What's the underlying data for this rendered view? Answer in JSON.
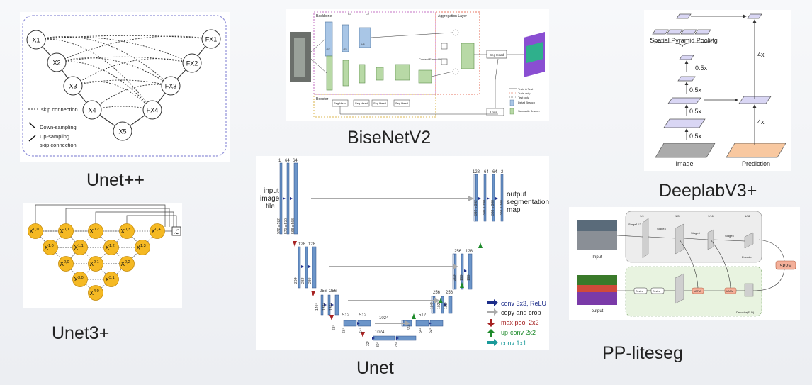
{
  "captions": {
    "unetpp": "Unet++",
    "bisenet": "BiseNetV2",
    "deeplab": "DeeplabV3+",
    "unet3p": "Unet3+",
    "unet": "Unet",
    "ppliteseg": "PP-liteseg"
  },
  "unetpp": {
    "nodes": [
      "X1",
      "X2",
      "X3",
      "X4",
      "X5",
      "FX1",
      "FX2",
      "FX3",
      "FX4"
    ],
    "legend": [
      "skip connection",
      "Down-sampling",
      "Up-sampling",
      "skip connection"
    ]
  },
  "bisenet": {
    "labels": [
      "Backbone",
      "Aggregation Layer",
      "Booster",
      "Context Embedding",
      "Seg Head",
      "Loss"
    ],
    "sizes": [
      "1/2",
      "1/4",
      "1/8",
      "1/16",
      "1/32"
    ],
    "channels": [
      "C1",
      "C2"
    ],
    "legend": [
      "Train & Test",
      "Train only",
      "Test only",
      "Detail Branch",
      "Semantic Branch"
    ]
  },
  "deeplab": {
    "spp": "Spatial Pyramid Pooling",
    "scale": "0.5x",
    "up": "4x",
    "image": "Image",
    "prediction": "Prediction"
  },
  "unet3p": {
    "loss": "ℒ",
    "nodes": [
      {
        "b": "X",
        "s": "0,0"
      },
      {
        "b": "X",
        "s": "0,1"
      },
      {
        "b": "X",
        "s": "0,2"
      },
      {
        "b": "X",
        "s": "0,3"
      },
      {
        "b": "X",
        "s": "0,4"
      },
      {
        "b": "X",
        "s": "1,0"
      },
      {
        "b": "X",
        "s": "1,1"
      },
      {
        "b": "X",
        "s": "1,2"
      },
      {
        "b": "X",
        "s": "1,3"
      },
      {
        "b": "X",
        "s": "2,0"
      },
      {
        "b": "X",
        "s": "2,1"
      },
      {
        "b": "X",
        "s": "2,2"
      },
      {
        "b": "X",
        "s": "3,0"
      },
      {
        "b": "X",
        "s": "3,1"
      },
      {
        "b": "X",
        "s": "4,0"
      }
    ]
  },
  "unet": {
    "input": [
      "input",
      "image",
      "tile"
    ],
    "output": [
      "output",
      "segmentation",
      "map"
    ],
    "legend": [
      "conv 3x3, ReLU",
      "copy and crop",
      "max pool 2x2",
      "up-conv 2x2",
      "conv 1x1"
    ],
    "channels_top": [
      "1",
      "64",
      "64"
    ],
    "channels_right": [
      "128",
      "64",
      "64",
      "2"
    ],
    "channels": [
      "128",
      "128",
      "256",
      "256",
      "512",
      "512",
      "1024",
      "512",
      "256",
      "128"
    ],
    "dims": [
      "572 x 572",
      "570 x 570",
      "568 x 568",
      "392 x 392",
      "390 x 390",
      "388 x 388",
      "388 x 388",
      "284²",
      "282²",
      "280²",
      "200²",
      "198²",
      "196²",
      "140²",
      "138²",
      "136²",
      "104²",
      "102²",
      "100²",
      "68²",
      "66²",
      "64²",
      "56²",
      "54²",
      "52²",
      "32²",
      "30²",
      "28²"
    ]
  },
  "ppliteseg": {
    "input": "Input",
    "output": "output",
    "sppm": "SPPM",
    "encoder": "Encoder",
    "decoder": "Decoder(FLD)",
    "stages": [
      "Stage1&2",
      "Stage3",
      "Stage4",
      "Stage5"
    ],
    "sizes": [
      "1/4",
      "1/8",
      "1/16",
      "1/32"
    ],
    "resize": "Resize",
    "uafm": "UAFM"
  }
}
